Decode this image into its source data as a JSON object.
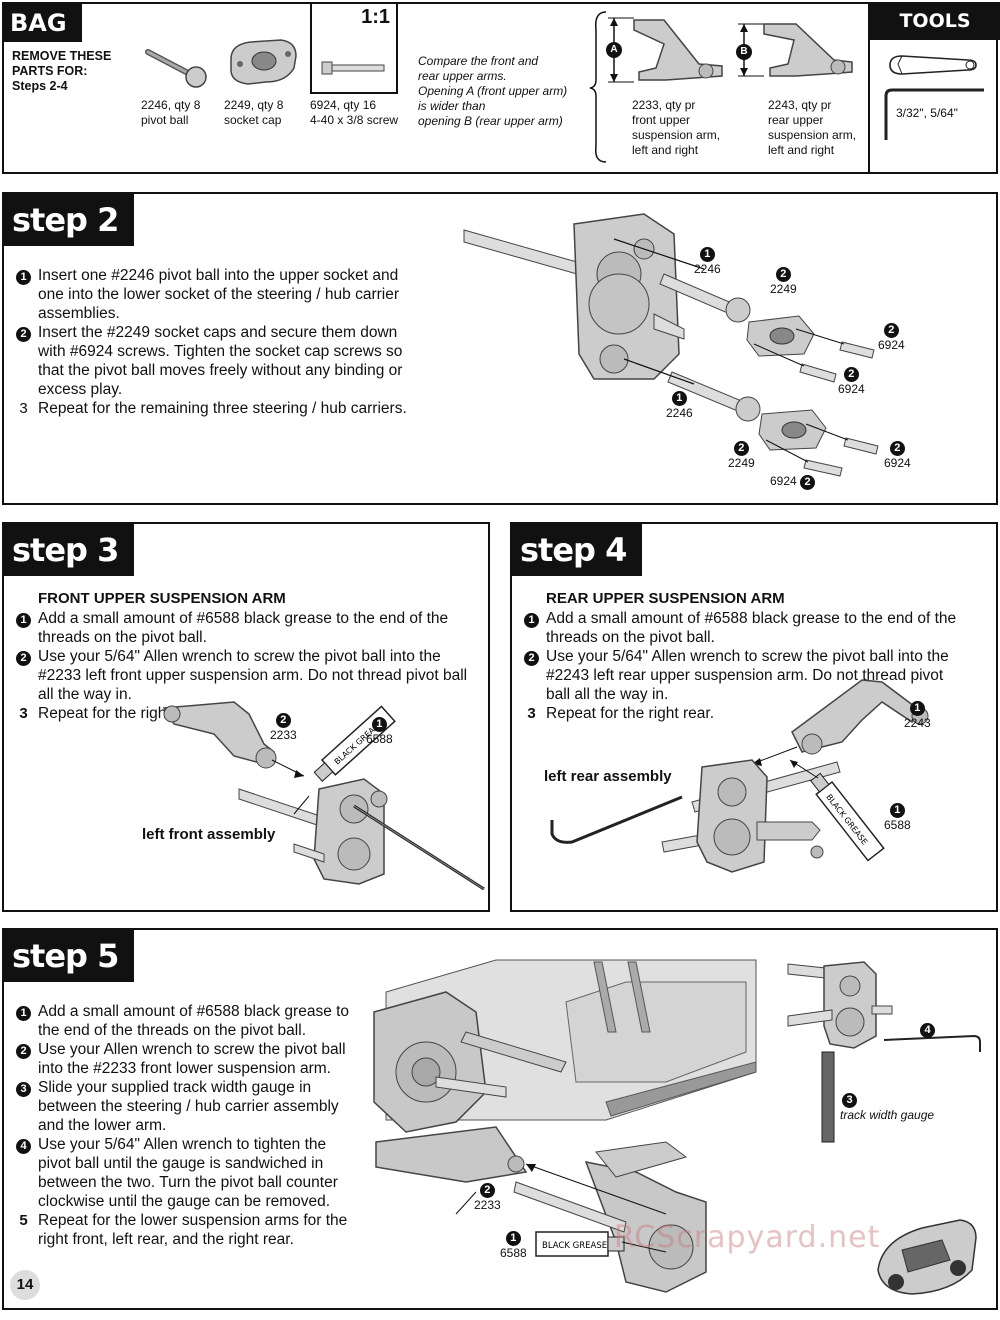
{
  "header": {
    "bag_title": "BAG E",
    "remove_text": "REMOVE THESE PARTS FOR:",
    "remove_steps": "Steps 2-4",
    "scale": "1:1",
    "parts": [
      {
        "id": "2246, qty 8",
        "name": "pivot ball"
      },
      {
        "id": "2249, qty 8",
        "name": "socket cap"
      },
      {
        "id": "6924, qty 16",
        "name": "4-40 x 3/8 screw"
      }
    ],
    "compare_note": [
      "Compare the front and",
      "rear upper arms.",
      "Opening A (front upper arm)",
      "is wider than",
      "opening B (rear upper arm)"
    ],
    "label_a": "A",
    "label_b": "B",
    "arm_parts": [
      {
        "lines": [
          "2233, qty pr",
          "front upper",
          "suspension arm,",
          "left and right"
        ]
      },
      {
        "lines": [
          "2243, qty pr",
          "rear upper",
          "suspension arm,",
          "left and right"
        ]
      }
    ],
    "tools_title": "TOOLS USED",
    "tools_sizes": "3/32\", 5/64\""
  },
  "step2": {
    "title": "step 2",
    "instructions": [
      {
        "n": "1",
        "text": "Insert one #2246 pivot ball into the upper socket and one into the lower socket of the steering / hub carrier assemblies."
      },
      {
        "n": "2",
        "text": "Insert the #2249 socket caps and secure them down with #6924 screws. Tighten the socket cap screws so that the pivot ball moves freely without any binding or excess play."
      },
      {
        "n": "3",
        "text": "Repeat for the remaining three steering / hub carriers."
      }
    ],
    "callouts": {
      "c2246a": "2246",
      "c2249a": "2249",
      "c6924a": "6924",
      "c6924b": "6924",
      "c2246b": "2246",
      "c2249b": "2249",
      "c6924c": "6924",
      "c6924d": "6924"
    }
  },
  "step3": {
    "title": "step 3",
    "heading": "FRONT UPPER SUSPENSION ARM",
    "instructions": [
      {
        "n": "1",
        "text": "Add a small amount of #6588 black grease to the end of the threads on the pivot ball."
      },
      {
        "n": "2",
        "text": "Use your 5/64\" Allen wrench to screw the pivot ball into the #2233 left front upper suspension arm. Do not thread pivot ball all the way in."
      },
      {
        "n": "3",
        "text": "Repeat for the right front."
      }
    ],
    "callouts": {
      "c2233": "2233",
      "c6588": "6588"
    },
    "tube_label": "BLACK GREASE",
    "assembly_label": "left front assembly"
  },
  "step4": {
    "title": "step 4",
    "heading": "REAR UPPER SUSPENSION ARM",
    "instructions": [
      {
        "n": "1",
        "text": "Add a small amount of #6588 black grease to the end of the threads on the pivot ball."
      },
      {
        "n": "2",
        "text": "Use your 5/64\" Allen wrench to screw the pivot ball into the #2243 left rear upper suspension arm. Do not thread pivot ball all the way in."
      },
      {
        "n": "3",
        "text": "Repeat for the right rear."
      }
    ],
    "callouts": {
      "c2243": "2243",
      "c6588": "6588"
    },
    "tube_label": "BLACK GREASE",
    "assembly_label": "left rear assembly"
  },
  "step5": {
    "title": "step 5",
    "instructions": [
      {
        "n": "1",
        "text": "Add a small amount of #6588 black grease to the end of the threads on the pivot ball."
      },
      {
        "n": "2",
        "text": "Use your Allen wrench to screw the pivot ball into the #2233 front lower suspension arm."
      },
      {
        "n": "3",
        "text": "Slide your supplied track width gauge in between the steering / hub carrier assembly and the lower arm."
      },
      {
        "n": "4",
        "text": "Use your 5/64\" Allen wrench to tighten the pivot ball until the gauge is sandwiched in between the two. Turn the pivot ball counter clockwise until the gauge can be removed."
      },
      {
        "n": "5",
        "text": "Repeat for the lower suspension arms for the right front, left rear, and the right rear."
      }
    ],
    "callouts": {
      "c2233": "2233",
      "c6588": "6588"
    },
    "tube_label": "BLACK GREASE",
    "gauge_label": "track width gauge"
  },
  "footer": {
    "page_number": "14",
    "watermark": "RCScrapyard.net"
  }
}
